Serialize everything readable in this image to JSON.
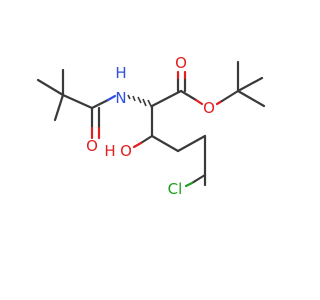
{
  "atoms": {
    "amide_n": "N",
    "amide_h": "H",
    "amide_o": "O",
    "ester_carbonyl_o": "O",
    "ester_o": "O",
    "hydroxyl_o": "O",
    "hydroxyl_h": "H",
    "chlorine": "Cl"
  },
  "colors": {
    "bond": "#3a3a3a",
    "oxygen": "#e02020",
    "nitrogen": "#3050e0",
    "chlorine": "#1f9e1f",
    "background": "#ffffff"
  }
}
